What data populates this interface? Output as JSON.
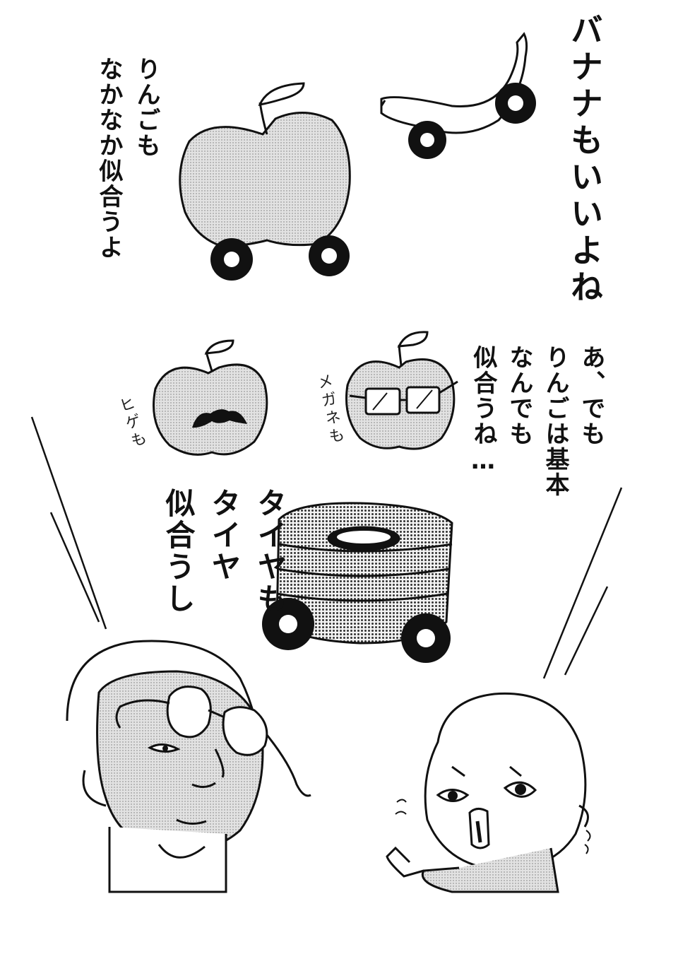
{
  "captions": {
    "banana": [
      "バナナもいいよね"
    ],
    "apple": [
      "りんごも",
      "なかなか似合うよ"
    ],
    "basic": [
      "あ、でも",
      "りんごは基本",
      "なんでも",
      "似合うね…"
    ],
    "tire": [
      "タイヤも",
      "タイヤ",
      "似合うし"
    ]
  },
  "labels": {
    "mustache": "ヒゲも",
    "glasses": "メガネも"
  },
  "colors": {
    "ink": "#111111",
    "tone": "#d4d4d4",
    "dot": "#333333"
  }
}
